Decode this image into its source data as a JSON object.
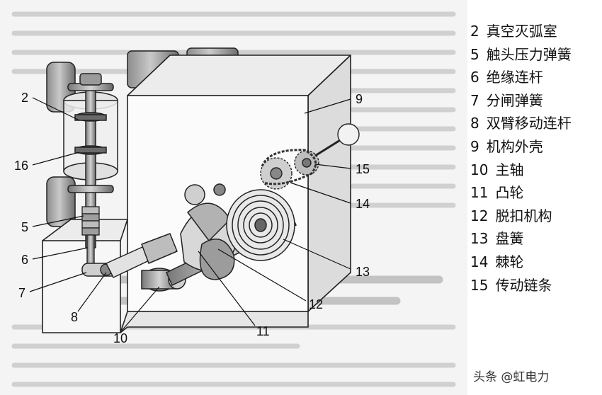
{
  "legend": [
    {
      "num": "2",
      "label": "真空灭弧室"
    },
    {
      "num": "5",
      "label": "触头压力弹簧"
    },
    {
      "num": "6",
      "label": "绝缘连杆"
    },
    {
      "num": "7",
      "label": "分闸弹簧"
    },
    {
      "num": "8",
      "label": "双臂移动连杆"
    },
    {
      "num": "9",
      "label": "机构外壳"
    },
    {
      "num": "10",
      "label": "主轴"
    },
    {
      "num": "11",
      "label": "凸轮"
    },
    {
      "num": "12",
      "label": "脱扣机构"
    },
    {
      "num": "13",
      "label": "盘簧"
    },
    {
      "num": "14",
      "label": "棘轮"
    },
    {
      "num": "15",
      "label": "传动链条"
    }
  ],
  "callouts": {
    "c2": "2",
    "c16": "16",
    "c9": "9",
    "c15": "15",
    "c14": "14",
    "c13": "13",
    "c5": "5",
    "c6": "6",
    "c7": "7",
    "c8": "8",
    "c10": "10",
    "c11": "11",
    "c12": "12"
  },
  "watermark": "头条 @虹电力",
  "colors": {
    "line": "#1a1a1a",
    "shade": "#9a9a9a",
    "light": "#d9d9d9",
    "background_text": "#8a8a8a"
  }
}
